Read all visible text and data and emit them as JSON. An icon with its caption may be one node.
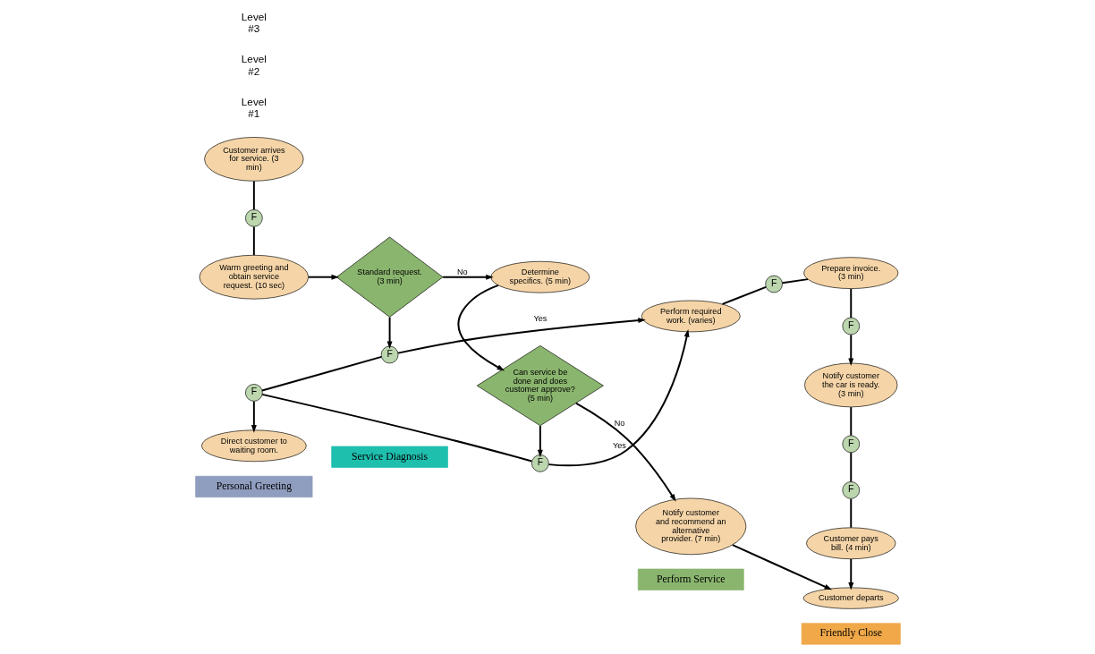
{
  "diagram": {
    "nodes": [
      {
        "text": [
          "Personal Greeting"
        ]
      },
      {
        "text": [
          "Service Diagnosis"
        ]
      },
      {
        "text": [
          "Perform Service"
        ]
      },
      {
        "text": [
          "Friendly Close"
        ]
      },
      {
        "text": [
          "Customer arrives for service. (3 min)"
        ]
      },
      {
        "text": [
          "F"
        ]
      },
      {
        "text": [
          "Warm greeting and obtain service request. (10 sec)"
        ]
      },
      {
        "text": [
          "Standard request. (3 min)"
        ]
      },
      {
        "text": [
          "Determine specifics. (5 min)"
        ]
      },
      {
        "text": [
          "Can service be done and does customer approve? (5 min)"
        ]
      },
      {
        "text": [
          "Notify customer and recommend an alternative provider. (7 min)"
        ]
      },
      {
        "text": [
          "Customer departs"
        ]
      },
      {
        "text": [
          "Direct customer to waiting room."
        ]
      },
      {
        "text": [
          "F"
        ]
      },
      {
        "text": [
          "F"
        ]
      },
      {
        "text": [
          "F"
        ]
      },
      {
        "text": [
          "Perform required work. (varies)"
        ]
      },
      {
        "text": [
          "F"
        ]
      },
      {
        "text": [
          "Prepare invoice. (3 min)"
        ]
      },
      {
        "text": [
          "F"
        ]
      },
      {
        "text": [
          "Notify customer the car is ready. (3 min)"
        ]
      },
      {
        "text": [
          "F"
        ]
      },
      {
        "text": [
          "F"
        ]
      },
      {
        "text": [
          "Customer pays bill. (4 min)"
        ]
      }
    ],
    "edges": [
      {
        "from": 4,
        "to": 5,
        "arrow": "none"
      },
      {
        "from": 5,
        "to": 6,
        "arrow": "none"
      },
      {
        "from": 6,
        "to": 7,
        "arrow": "to"
      },
      {
        "from": 7,
        "to": 8,
        "arrow": "to",
        "label": "No"
      },
      {
        "from": 8,
        "to": 9,
        "arrow": "to"
      },
      {
        "from": 9,
        "to": 10,
        "arrow": "to",
        "label": "No"
      },
      {
        "from": 10,
        "to": 11,
        "arrow": "to"
      },
      {
        "from": 7,
        "to": 14,
        "arrow": "to"
      },
      {
        "from": 9,
        "to": 15,
        "arrow": "to"
      },
      {
        "from": 14,
        "to": 16,
        "arrow": "to",
        "label": "Yes"
      },
      {
        "from": 15,
        "to": 16,
        "arrow": "to",
        "label": "Yes"
      },
      {
        "from": 14,
        "to": 13,
        "arrow": "none"
      },
      {
        "from": 15,
        "to": 13,
        "arrow": "none"
      },
      {
        "from": 13,
        "to": 12,
        "arrow": "to"
      },
      {
        "from": 16,
        "to": 17,
        "arrow": "none"
      },
      {
        "from": 17,
        "to": 18,
        "arrow": "none"
      },
      {
        "from": 18,
        "to": 19,
        "arrow": "none"
      },
      {
        "from": 19,
        "to": 20,
        "arrow": "to"
      },
      {
        "from": 20,
        "to": 22,
        "arrow": "none"
      },
      {
        "from": 22,
        "to": 21,
        "arrow": "none"
      },
      {
        "from": 21,
        "to": 23,
        "arrow": "none"
      },
      {
        "from": 23,
        "to": 11,
        "arrow": "to"
      }
    ],
    "labels": [
      "Level #1",
      "Level #2",
      "Level #3"
    ]
  }
}
